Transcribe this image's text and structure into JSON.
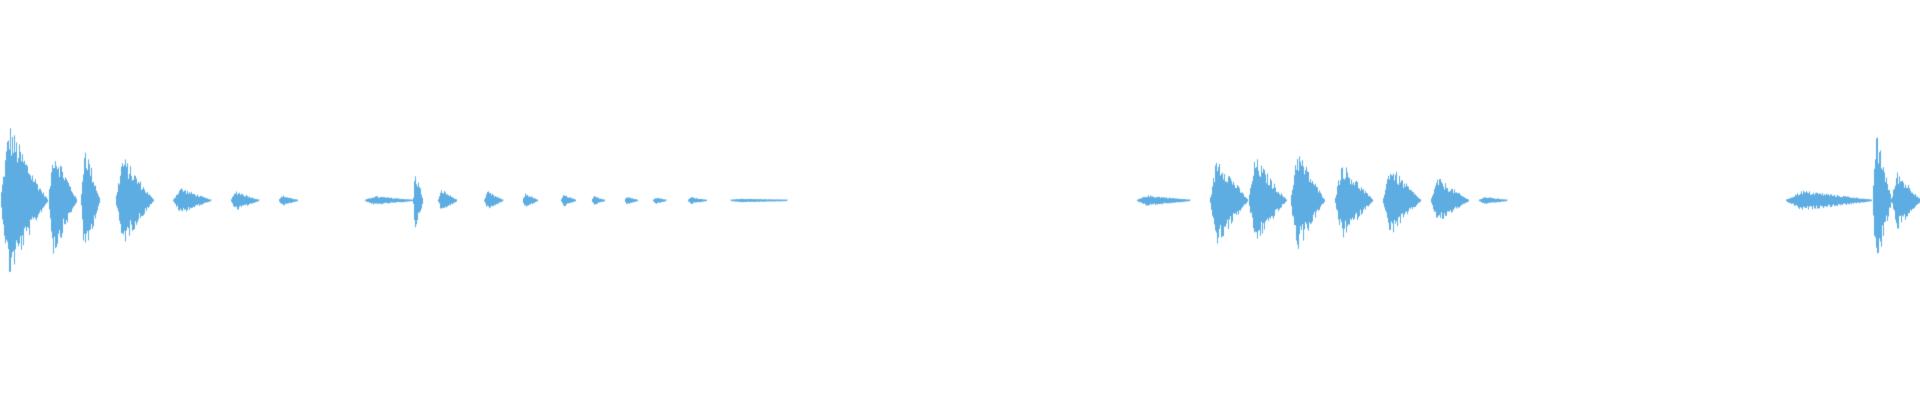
{
  "waveform": {
    "color": "#5DADE2",
    "background": "#FFFFFF",
    "bursts": [
      {
        "start": 0.0,
        "end": 0.025,
        "peak": 0.48,
        "decay": 0.75
      },
      {
        "start": 0.025,
        "end": 0.04,
        "peak": 0.34,
        "decay": 0.7
      },
      {
        "start": 0.042,
        "end": 0.052,
        "peak": 0.37,
        "decay": 0.7
      },
      {
        "start": 0.06,
        "end": 0.08,
        "peak": 0.28,
        "decay": 0.7
      },
      {
        "start": 0.09,
        "end": 0.11,
        "peak": 0.08,
        "decay": 0.7
      },
      {
        "start": 0.12,
        "end": 0.135,
        "peak": 0.06,
        "decay": 0.7
      },
      {
        "start": 0.145,
        "end": 0.155,
        "peak": 0.03,
        "decay": 0.7
      },
      {
        "start": 0.19,
        "end": 0.215,
        "peak": 0.025,
        "decay": 0.6
      },
      {
        "start": 0.215,
        "end": 0.22,
        "peak": 0.18,
        "decay": 0.5
      },
      {
        "start": 0.228,
        "end": 0.238,
        "peak": 0.07,
        "decay": 0.7
      },
      {
        "start": 0.252,
        "end": 0.262,
        "peak": 0.055,
        "decay": 0.7
      },
      {
        "start": 0.272,
        "end": 0.28,
        "peak": 0.045,
        "decay": 0.7
      },
      {
        "start": 0.292,
        "end": 0.3,
        "peak": 0.035,
        "decay": 0.7
      },
      {
        "start": 0.308,
        "end": 0.315,
        "peak": 0.025,
        "decay": 0.7
      },
      {
        "start": 0.325,
        "end": 0.332,
        "peak": 0.025,
        "decay": 0.7
      },
      {
        "start": 0.34,
        "end": 0.347,
        "peak": 0.02,
        "decay": 0.7
      },
      {
        "start": 0.358,
        "end": 0.368,
        "peak": 0.02,
        "decay": 0.7
      },
      {
        "start": 0.38,
        "end": 0.41,
        "peak": 0.008,
        "decay": 0.5
      },
      {
        "start": 0.592,
        "end": 0.62,
        "peak": 0.03,
        "decay": 0.6
      },
      {
        "start": 0.63,
        "end": 0.65,
        "peak": 0.28,
        "decay": 0.7
      },
      {
        "start": 0.65,
        "end": 0.67,
        "peak": 0.27,
        "decay": 0.7
      },
      {
        "start": 0.672,
        "end": 0.69,
        "peak": 0.32,
        "decay": 0.7
      },
      {
        "start": 0.695,
        "end": 0.715,
        "peak": 0.24,
        "decay": 0.7
      },
      {
        "start": 0.72,
        "end": 0.74,
        "peak": 0.22,
        "decay": 0.7
      },
      {
        "start": 0.745,
        "end": 0.765,
        "peak": 0.14,
        "decay": 0.7
      },
      {
        "start": 0.77,
        "end": 0.785,
        "peak": 0.02,
        "decay": 0.6
      },
      {
        "start": 0.93,
        "end": 0.975,
        "peak": 0.06,
        "decay": 0.6
      },
      {
        "start": 0.975,
        "end": 0.985,
        "peak": 0.42,
        "decay": 0.6
      },
      {
        "start": 0.985,
        "end": 1.0,
        "peak": 0.18,
        "decay": 0.6
      }
    ]
  }
}
